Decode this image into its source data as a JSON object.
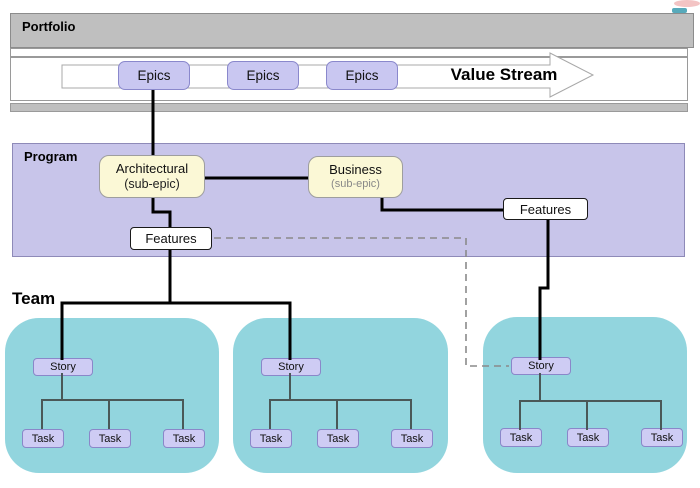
{
  "portfolio": {
    "label": "Portfolio"
  },
  "value_stream": {
    "label": "Value Stream"
  },
  "epics": [
    {
      "label": "Epics"
    },
    {
      "label": "Epics"
    },
    {
      "label": "Epics"
    }
  ],
  "program": {
    "label": "Program",
    "architectural": {
      "title": "Architectural",
      "subtitle": "(sub-epic)"
    },
    "business": {
      "title": "Business",
      "subtitle": "(sub-epic)"
    },
    "features_left": {
      "label": "Features"
    },
    "features_right": {
      "label": "Features"
    }
  },
  "team": {
    "label": "Team",
    "teams": [
      {
        "story": {
          "label": "Story"
        },
        "tasks": [
          {
            "label": "Task"
          },
          {
            "label": "Task"
          },
          {
            "label": "Task"
          }
        ]
      },
      {
        "story": {
          "label": "Story"
        },
        "tasks": [
          {
            "label": "Task"
          },
          {
            "label": "Task"
          },
          {
            "label": "Task"
          }
        ]
      },
      {
        "story": {
          "label": "Story"
        },
        "tasks": [
          {
            "label": "Task"
          },
          {
            "label": "Task"
          },
          {
            "label": "Task"
          }
        ]
      }
    ]
  },
  "colors": {
    "band_gray": "#bfbfbf",
    "program_purple": "#c8c5ea",
    "team_teal": "#92d5de",
    "box_lavender": "#ceccf4",
    "sub_epic_yellow": "#fbf8d6",
    "connector_black": "#000000",
    "connector_dashed_gray": "#8a8a8a",
    "team_connector_gray": "#4a5858",
    "teal_dash_mark": "#57aabb",
    "pink_smudge_mark": "#eda5a5"
  }
}
